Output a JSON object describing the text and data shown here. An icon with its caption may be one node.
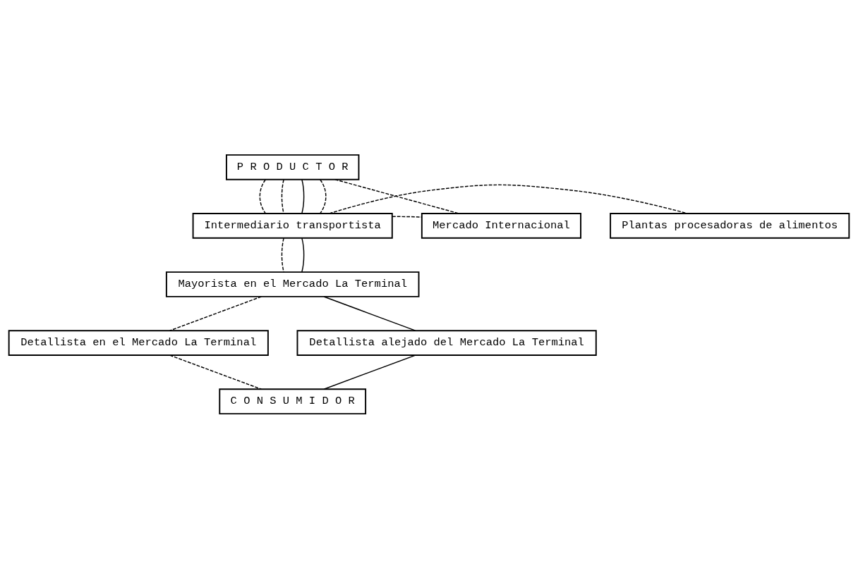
{
  "diagram": {
    "nodes": [
      {
        "text": [
          "P R O D U C T O R"
        ]
      },
      {
        "text": [
          "Plantas procesadoras de alimentos"
        ]
      },
      {
        "text": [
          "Intermediario transportista"
        ]
      },
      {
        "text": [
          "Mercado Internacional"
        ]
      },
      {
        "text": [
          "Mayorista en el Mercado La Terminal"
        ]
      },
      {
        "text": [
          "Detallista en el Mercado La Terminal"
        ]
      },
      {
        "text": [
          "Detallista alejado del Mercado La Terminal"
        ]
      },
      {
        "text": [
          "C O N S U M I D O R"
        ]
      }
    ],
    "edges": [
      {
        "from": 0,
        "to": 2,
        "arrow": "none",
        "style": "dashed"
      },
      {
        "from": 0,
        "to": 2,
        "arrow": "none",
        "style": "dashed"
      },
      {
        "from": 0,
        "to": 2,
        "arrow": "none"
      },
      {
        "from": 0,
        "to": 2,
        "arrow": "none",
        "style": "dashed"
      },
      {
        "from": 0,
        "to": 3,
        "arrow": "none",
        "style": "dashed"
      },
      {
        "from": 2,
        "to": 1,
        "arrow": "none",
        "style": "dashed"
      },
      {
        "from": 2,
        "to": 3,
        "arrow": "none",
        "style": "dashed"
      },
      {
        "from": 2,
        "to": 4,
        "arrow": "none",
        "style": "dashed"
      },
      {
        "from": 2,
        "to": 4,
        "arrow": "none"
      },
      {
        "from": 4,
        "to": 5,
        "arrow": "none",
        "style": "dashed"
      },
      {
        "from": 4,
        "to": 6,
        "arrow": "none"
      },
      {
        "from": 5,
        "to": 7,
        "arrow": "none",
        "style": "dashed"
      },
      {
        "from": 6,
        "to": 7,
        "arrow": "none"
      }
    ]
  }
}
